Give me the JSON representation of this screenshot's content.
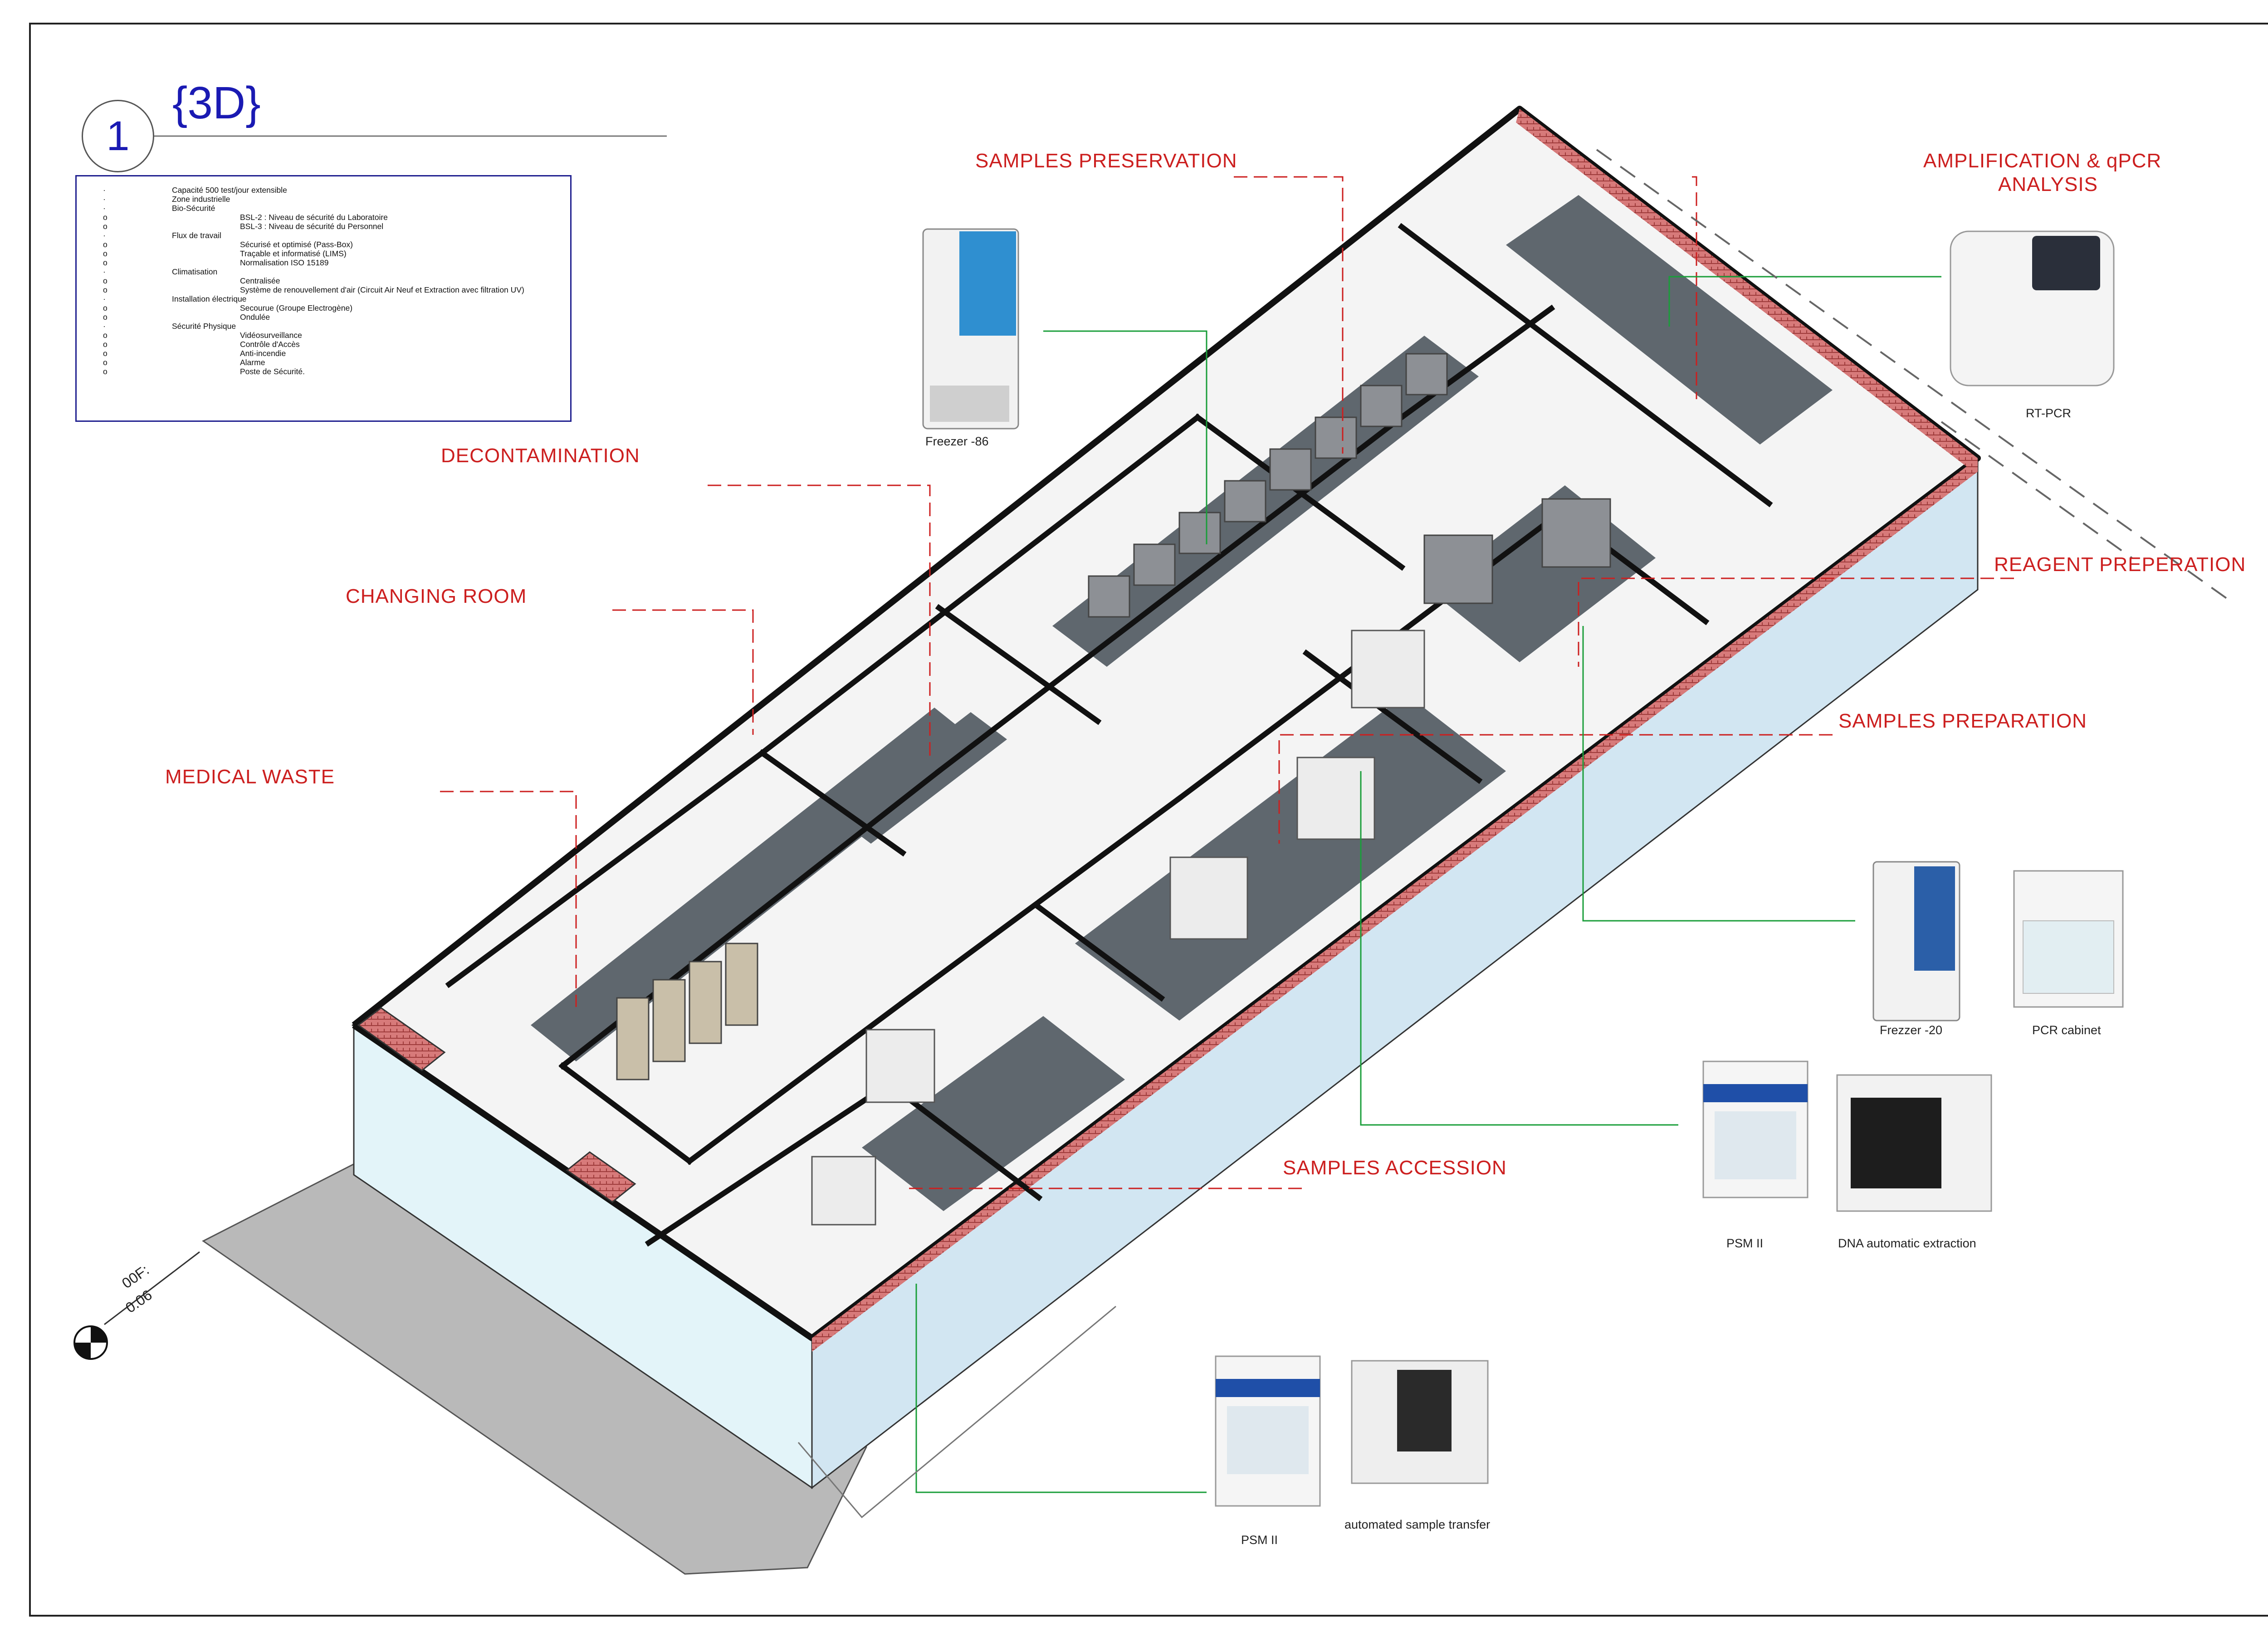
{
  "view": {
    "number": "1",
    "title": "{3D}"
  },
  "notes": [
    {
      "bullet": "·",
      "text": "Capacité 500 test/jour extensible",
      "level": 1
    },
    {
      "bullet": "·",
      "text": "Zone industrielle",
      "level": 1
    },
    {
      "bullet": "·",
      "text": "Bio-Sécurité",
      "level": 1
    },
    {
      "bullet": "o",
      "text": "BSL-2 : Niveau de sécurité du Laboratoire",
      "level": 2
    },
    {
      "bullet": "o",
      "text": "BSL-3 : Niveau de sécurité du Personnel",
      "level": 2
    },
    {
      "bullet": "·",
      "text": "Flux de travail",
      "level": 1
    },
    {
      "bullet": "o",
      "text": "Sécurisé et optimisé (Pass-Box)",
      "level": 2
    },
    {
      "bullet": "o",
      "text": "Traçable et informatisé (LIMS)",
      "level": 2
    },
    {
      "bullet": "o",
      "text": "Normalisation ISO 15189",
      "level": 2
    },
    {
      "bullet": "·",
      "text": "Climatisation",
      "level": 1
    },
    {
      "bullet": "o",
      "text": "Centralisée",
      "level": 2
    },
    {
      "bullet": "o",
      "text": "Système de renouvellement d'air (Circuit Air Neuf et Extraction avec filtration UV)",
      "level": 2
    },
    {
      "bullet": "·",
      "text": "Installation électrique",
      "level": 1
    },
    {
      "bullet": "o",
      "text": "Secourue (Groupe Electrogène)",
      "level": 2
    },
    {
      "bullet": "o",
      "text": "Ondulée",
      "level": 2
    },
    {
      "bullet": "·",
      "text": "Sécurité Physique",
      "level": 1
    },
    {
      "bullet": "o",
      "text": "Vidéosurveillance",
      "level": 2
    },
    {
      "bullet": "o",
      "text": "Contrôle d'Accès",
      "level": 2
    },
    {
      "bullet": "o",
      "text": "Anti-incendie",
      "level": 2
    },
    {
      "bullet": "o",
      "text": "Alarme",
      "level": 2
    },
    {
      "bullet": "o",
      "text": "Poste de Sécurité.",
      "level": 2
    }
  ],
  "zones": {
    "samples_preservation": "SAMPLES PRESERVATION",
    "amplification_line1": "AMPLIFICATION & qPCR",
    "amplification_line2": "ANALYSIS",
    "decontamination": "DECONTAMINATION",
    "changing_room": "CHANGING ROOM",
    "medical_waste": "MEDICAL WASTE",
    "reagent_preperation": "REAGENT PREPERATION",
    "samples_preparation": "SAMPLES PREPARATION",
    "samples_accession": "SAMPLES ACCESSION"
  },
  "equipment": {
    "freezer_86": "Freezer -86",
    "rt_pcr": "RT-PCR",
    "freezer_20": "Frezzer -20",
    "pcr_cabinet": "PCR cabinet",
    "psm_ii_a": "PSM II",
    "dna_extraction": "DNA automatic extraction",
    "psm_ii_b": "PSM II",
    "sample_transfer": "automated sample transfer"
  },
  "compass": {
    "line1": "00F:",
    "line2": "0.06"
  },
  "colors": {
    "zone_label": "#cc1f1f",
    "leader_green": "#1a9e3a",
    "title_blue": "#1a1ab3",
    "floor": "#6a7178",
    "wall_top": "#1a1a1a",
    "exterior_wall": "#dcecf5",
    "brick": "#c75a5a"
  }
}
